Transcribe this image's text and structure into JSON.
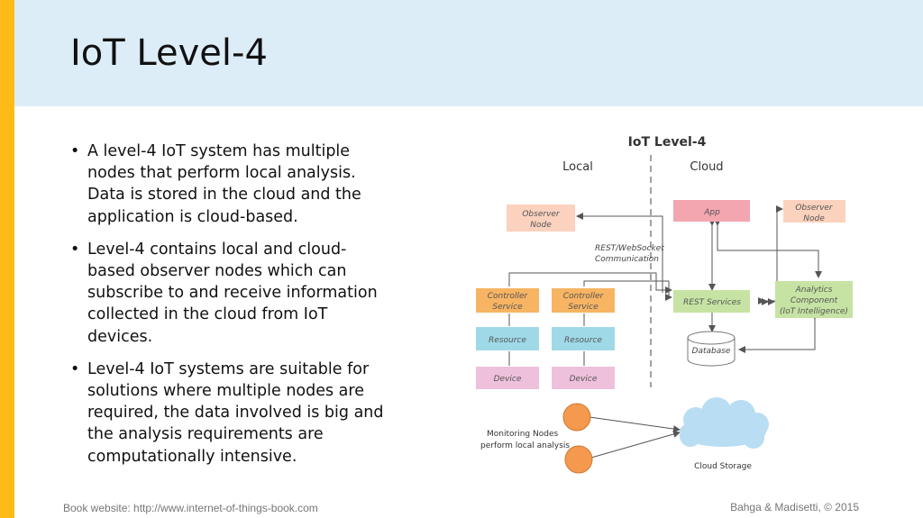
{
  "slide": {
    "title": "IoT Level-4",
    "bullets": [
      "A level-4 IoT system has multiple nodes that perform local analysis. Data is stored in the cloud and the application is cloud-based.",
      "Level-4 contains local and cloud-based observer nodes which can subscribe to and receive information collected in the cloud from IoT devices.",
      "Level-4 IoT systems are suitable for solutions where multiple nodes are required, the data involved is big and the analysis requirements are computationally intensive."
    ],
    "bullet_glyph": "•"
  },
  "footer": {
    "left": "Book website: http://www.internet-of-things-book.com",
    "right": "Bahga & Madisetti, © 2015"
  },
  "diagram": {
    "title": "IoT Level-4",
    "local_label": "Local",
    "cloud_label": "Cloud",
    "observer_local": [
      "Observer",
      "Node"
    ],
    "observer_cloud": [
      "Observer",
      "Node"
    ],
    "app": "App",
    "comm_label": [
      "REST/WebSocket",
      "Communication"
    ],
    "controller_1": [
      "Controller",
      "Service"
    ],
    "controller_2": [
      "Controller",
      "Service"
    ],
    "resource_1": "Resource",
    "resource_2": "Resource",
    "device_1": "Device",
    "device_2": "Device",
    "rest_services": "REST Services",
    "analytics": [
      "Analytics",
      "Component",
      "(IoT Intelligence)"
    ],
    "database": "Database",
    "monitoring_label": [
      "Monitoring Nodes",
      "perform local analysis"
    ],
    "cloud_storage": "Cloud Storage",
    "colors": {
      "observer": "#fbd2be",
      "app": "#f4a6b0",
      "controller": "#f7b463",
      "resource": "#9fd9e8",
      "device": "#eec0dc",
      "rest": "#c6e3a3",
      "cloud": "#b9ddf2",
      "monitor_node": "#f5994f"
    }
  }
}
